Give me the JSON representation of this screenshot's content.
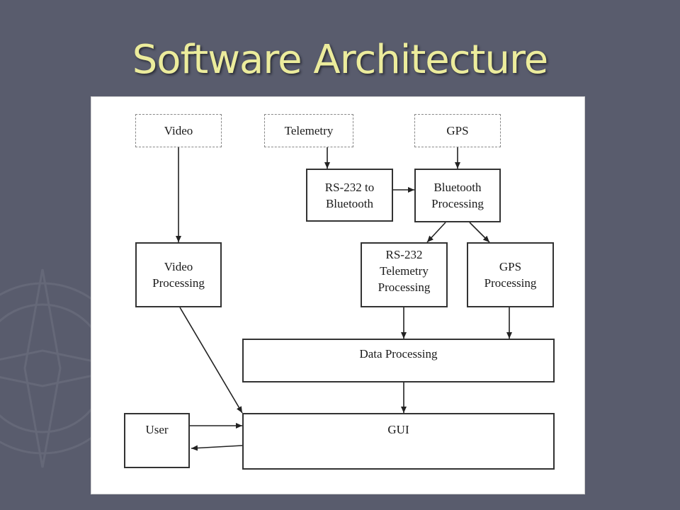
{
  "slide": {
    "title": "Software Architecture"
  },
  "diagram": {
    "sources": {
      "video": "Video",
      "telemetry": "Telemetry",
      "gps": "GPS"
    },
    "nodes": {
      "rs232_to_bluetooth": "RS-232 to\nBluetooth",
      "bluetooth_processing": "Bluetooth\nProcessing",
      "video_processing": "Video\nProcessing",
      "rs232_telemetry_processing": "RS-232\nTelemetry\nProcessing",
      "gps_processing": "GPS\nProcessing",
      "data_processing": "Data Processing",
      "user": "User",
      "gui": "GUI"
    }
  },
  "colors": {
    "background": "#595c6d",
    "title": "#ecec9c",
    "panel": "#ffffff"
  }
}
